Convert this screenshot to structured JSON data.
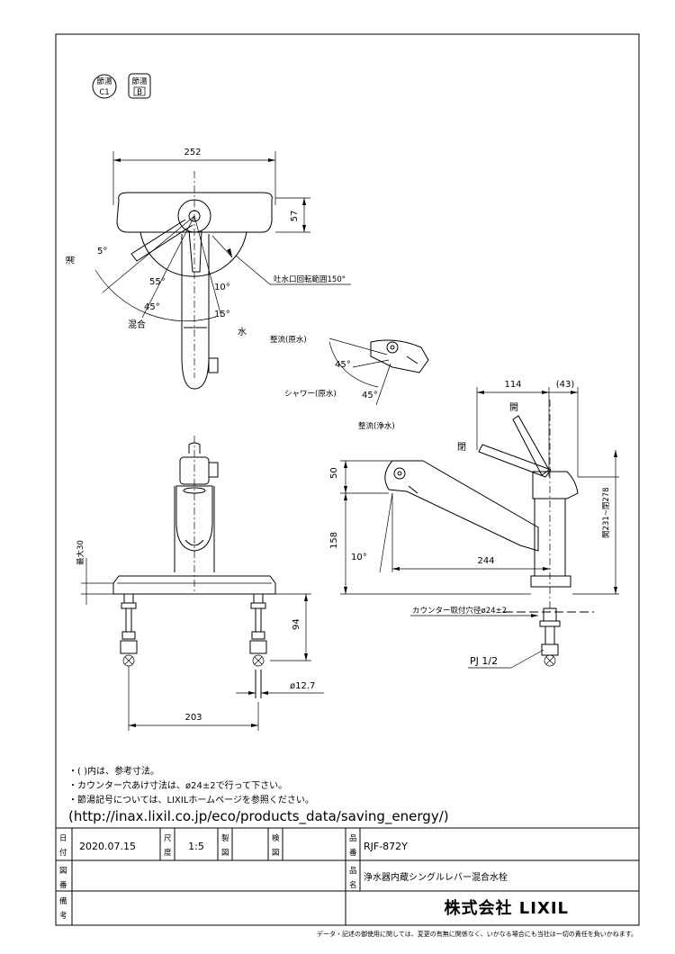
{
  "badges": {
    "b1_top": "節湯",
    "b1_bottom": "C1",
    "b2_top": "節湯",
    "b2_bottom": "B"
  },
  "top_view": {
    "width": "252",
    "depth": "57",
    "hot": "湯",
    "mixed": "混合",
    "cold": "水",
    "angle_5": "5°",
    "angle_55": "55°",
    "angle_45": "45°",
    "angle_10": "10°",
    "angle_15": "15°",
    "spout_rotation": "吐水口回転範囲150°"
  },
  "head_view": {
    "flow_raw": "整流(原水)",
    "shower_raw": "シャワー(原水)",
    "flow_purified": "整流(浄水)",
    "angle_45a": "45°",
    "angle_45b": "45°"
  },
  "front_view": {
    "max_30": "最大30",
    "dim_94": "94",
    "pitch": "203",
    "pipe": "ø12.7"
  },
  "side_view": {
    "dim_114": "114",
    "dim_43": "(43)",
    "open_label": "開",
    "close_label": "閉",
    "dim_50": "50",
    "dim_158": "158",
    "angle_10": "10°",
    "reach": "244",
    "height_range": "開231~閉278",
    "counter_hole": "カウンター取付穴径ø24±2",
    "pj": "PJ 1/2"
  },
  "notes": [
    "・( )内は、参考寸法。",
    "・カウンター穴あけ寸法は、ø24±2で行って下さい。",
    "・節湯記号については、LIXILホームページを参照ください。",
    "(http://inax.lixil.co.jp/eco/products_data/saving_energy/)"
  ],
  "title_block": {
    "date_label_1": "日",
    "date_label_2": "付",
    "date": "2020.07.15",
    "scale_label_1": "尺",
    "scale_label_2": "度",
    "scale": "1:5",
    "drawn_label_1": "製",
    "drawn_label_2": "図",
    "check_label_1": "検",
    "check_label_2": "図",
    "part_label_1": "品",
    "part_label_2": "番",
    "part_no": "RJF-872Y",
    "dwg_label_1": "図",
    "dwg_label_2": "番",
    "name_label_1": "品",
    "name_label_2": "名",
    "name": "浄水器内蔵シングルレバー混合水栓",
    "remarks_label_1": "備",
    "remarks_label_2": "考",
    "company": "株式会社 LIXIL"
  },
  "disclaimer": "データ・記述の御使用に関しては、変更の有無に関係なく、いかなる場合にも当社は一切の責任を負いかねます。"
}
